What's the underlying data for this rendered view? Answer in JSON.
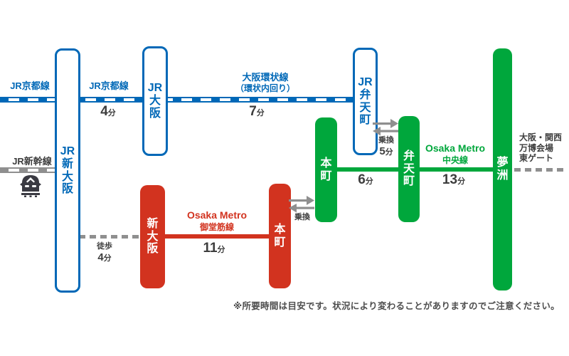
{
  "colors": {
    "jr_blue": "#0068b7",
    "metro_green": "#00a73c",
    "metro_red": "#d2331f",
    "gray": "#8f8f8f",
    "text_dark": "#3d3d3d",
    "note_gray": "#4d4d4d"
  },
  "stations": {
    "jr_shin_osaka": "JR新大阪",
    "jr_osaka": "JR大阪",
    "jr_bentencho": "JR弁天町",
    "metro_hommachi_chuo": "本町",
    "metro_bentencho": "弁天町",
    "yumeshima": "夢洲",
    "metro_shin_osaka": "新大阪",
    "metro_hommachi_midosuji": "本町"
  },
  "lines": {
    "jr_kyoto_left": "JR京都線",
    "jr_kyoto_mid": "JR京都線",
    "jr_shinkansen": "JR新幹線",
    "osaka_loop_line1": "大阪環状線",
    "osaka_loop_line2": "（環状内回り）",
    "chuo_line1": "Osaka Metro",
    "chuo_line2": "中央線",
    "midosuji_line1": "Osaka Metro",
    "midosuji_line2": "御堂筋線"
  },
  "durations": {
    "kyoto": {
      "num": "4",
      "unit": "分"
    },
    "loop": {
      "num": "7",
      "unit": "分"
    },
    "chuo_hommachi_benten": {
      "num": "6",
      "unit": "分"
    },
    "chuo_benten_yume": {
      "num": "13",
      "unit": "分"
    },
    "midosuji": {
      "num": "11",
      "unit": "分"
    },
    "walk": {
      "label": "徒歩",
      "num": "4",
      "unit": "分"
    },
    "transfer_bentencho": {
      "label": "乗換",
      "num": "5",
      "unit": "分"
    },
    "transfer_hommachi": {
      "label": "乗換"
    }
  },
  "destination": {
    "line1": "大阪・関西",
    "line2": "万博会場",
    "line3": "東ゲート"
  },
  "note": "※所要時間は目安です。状況により変わることがありますのでご注意ください。"
}
